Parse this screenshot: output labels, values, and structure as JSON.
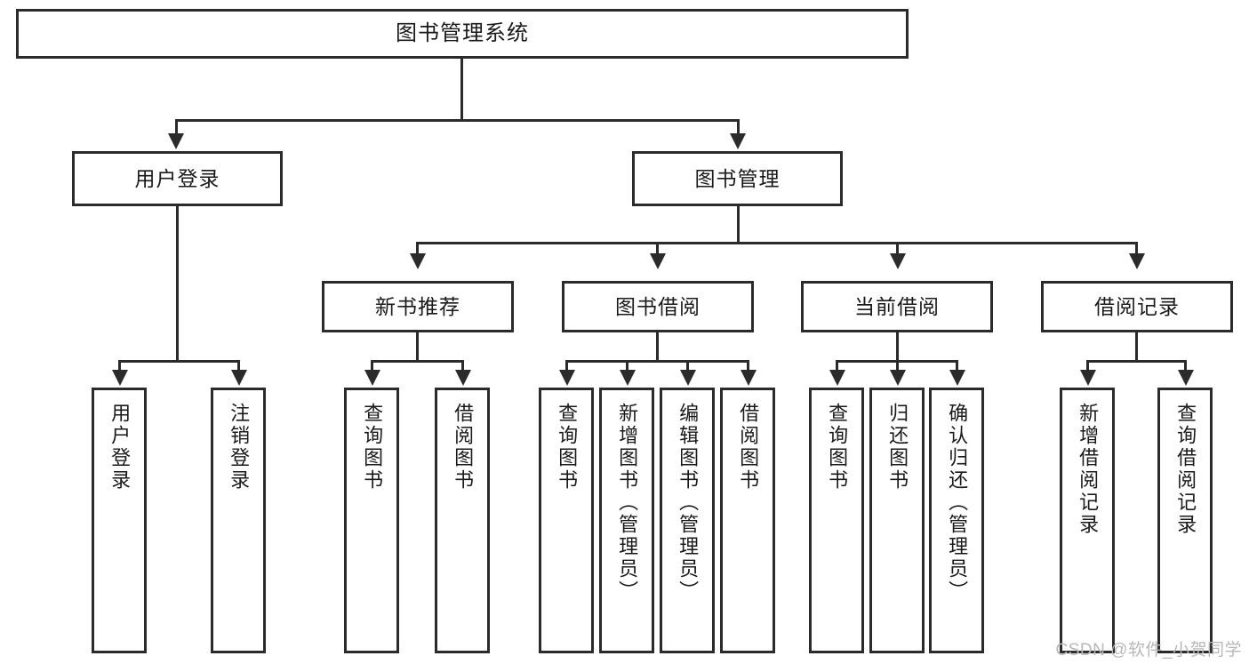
{
  "diagram": {
    "type": "tree-hierarchy",
    "title": "图书管理系统",
    "orientation": "top-down",
    "theme": {
      "box_border": "#2b2b2b",
      "box_fill": "#ffffff",
      "text": "#1a1a1a",
      "connector": "#2b2b2b",
      "background": "#ffffff",
      "watermark": "#b8b8b8"
    },
    "root": {
      "label": "图书管理系统"
    },
    "level2": [
      {
        "id": "user-login",
        "label": "用户登录"
      },
      {
        "id": "book-manage",
        "label": "图书管理"
      }
    ],
    "level3": [
      {
        "id": "new-book-rec",
        "label": "新书推荐",
        "parent": "book-manage"
      },
      {
        "id": "book-borrow",
        "label": "图书借阅",
        "parent": "book-manage"
      },
      {
        "id": "current-borrow",
        "label": "当前借阅",
        "parent": "book-manage"
      },
      {
        "id": "borrow-record",
        "label": "借阅记录",
        "parent": "book-manage"
      }
    ],
    "leaves": {
      "user-login": [
        {
          "id": "leaf-user-login",
          "label": "用户登录"
        },
        {
          "id": "leaf-logout",
          "label": "注销登录"
        }
      ],
      "new-book-rec": [
        {
          "id": "leaf-query-book-1",
          "label": "查询图书"
        },
        {
          "id": "leaf-borrow-book-1",
          "label": "借阅图书"
        }
      ],
      "book-borrow": [
        {
          "id": "leaf-query-book-2",
          "label": "查询图书"
        },
        {
          "id": "leaf-add-book",
          "label": "新增图书（管理员）"
        },
        {
          "id": "leaf-edit-book",
          "label": "编辑图书（管理员）"
        },
        {
          "id": "leaf-borrow-book-2",
          "label": "借阅图书"
        }
      ],
      "current-borrow": [
        {
          "id": "leaf-query-book-3",
          "label": "查询图书"
        },
        {
          "id": "leaf-return-book",
          "label": "归还图书"
        },
        {
          "id": "leaf-confirm-return",
          "label": "确认归还（管理员）"
        }
      ],
      "borrow-record": [
        {
          "id": "leaf-add-record",
          "label": "新增借阅记录"
        },
        {
          "id": "leaf-query-record",
          "label": "查询借阅记录"
        }
      ]
    }
  },
  "watermark": {
    "text": "CSDN @软件_小贺同学"
  }
}
